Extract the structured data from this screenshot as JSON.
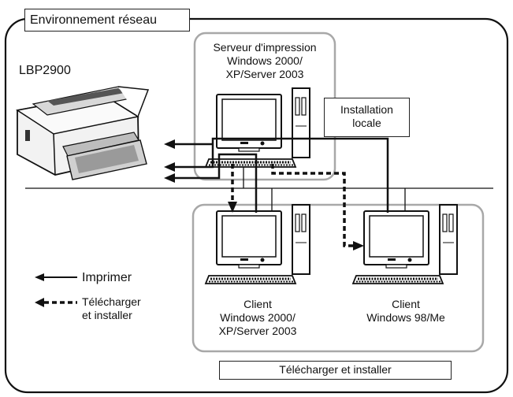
{
  "diagram": {
    "title": "Environnement réseau",
    "printer_label": "LBP2900",
    "server_label": "Serveur d'impression\nWindows 2000/\nXP/Server 2003",
    "install_label": "Installation\nlocale",
    "client1_label": "Client\nWindows 2000/\nXP/Server 2003",
    "client2_label": "Client\nWindows 98/Me",
    "bottom_label": "Télécharger et installer",
    "legend": {
      "print_label": "Imprimer",
      "download_label": "Télécharger\net installer"
    }
  },
  "colors": {
    "line": "#111111",
    "group_border": "#a8a8a8",
    "printer_body": "#f2f2f2",
    "printer_shadow": "#555555"
  },
  "icons": [
    "printer-icon",
    "computer-icon"
  ]
}
